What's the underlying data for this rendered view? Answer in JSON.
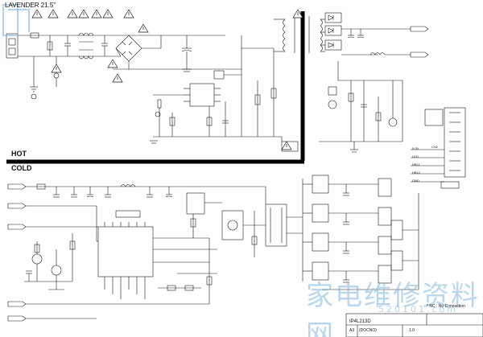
{
  "sheet": {
    "title": "LAVENDER 21.5\"",
    "hot_label": "HOT",
    "cold_label": "COLD",
    "nc_note": "* NC : No Connection",
    "watermark_text": "家电维修资料网",
    "watermark_url": "520101.com"
  },
  "title_block": {
    "model": "IP4L213D",
    "size": "A3",
    "code": "(DOCNO)",
    "rev": "1.0"
  },
  "connector": {
    "ref": "CN2",
    "pins": [
      "5.0V",
      "LED",
      "HB11",
      "HB12",
      "GND"
    ]
  },
  "colors": {
    "line": "#1a1a1a",
    "bar": "#000000",
    "watermark": "#7fb8e0",
    "warn_fill": "#ffffff"
  },
  "icons": [
    "warning-triangle-icon",
    "ground-icon",
    "transformer-icon",
    "bridge-rectifier-icon",
    "ic-chip-icon"
  ]
}
